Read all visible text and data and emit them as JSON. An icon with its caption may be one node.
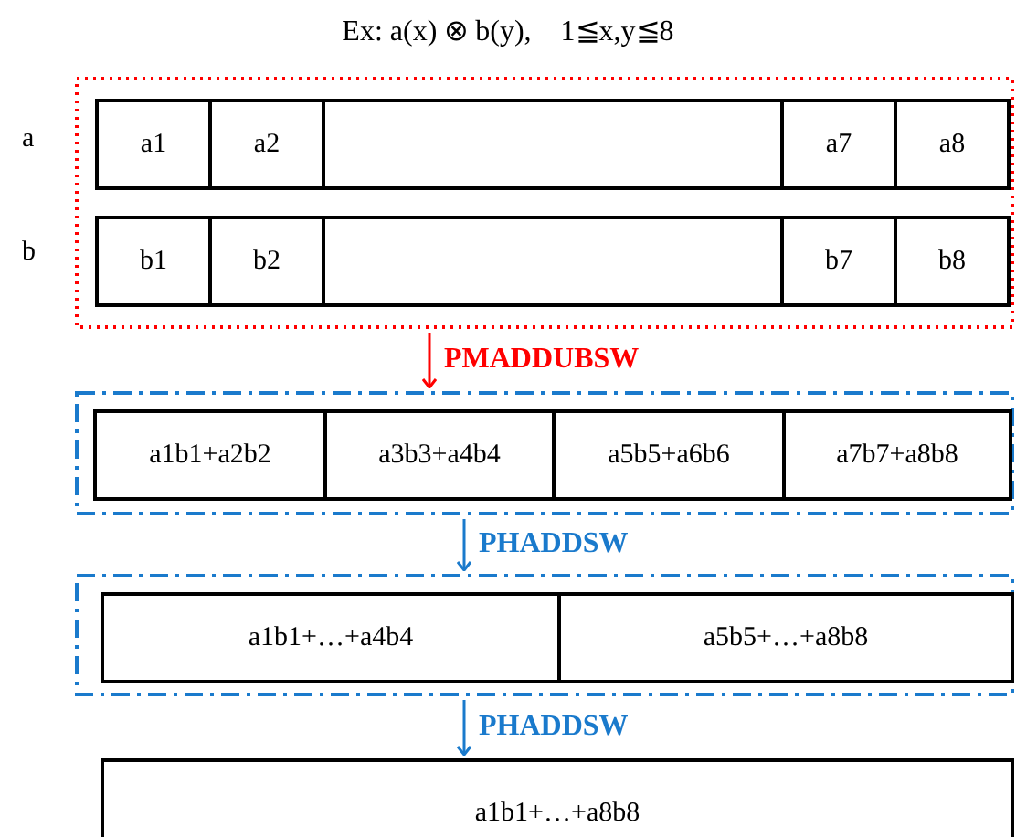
{
  "diagram": {
    "title": "Ex: a(x) ⊗ b(y),    1≦x,y≦8",
    "nodes": [
      {
        "text": [],
        "shape": "box"
      },
      {
        "text": [
          "a1"
        ],
        "in": 0
      },
      {
        "text": [
          "a2"
        ],
        "in": 0
      },
      {
        "text": [],
        "shape": "box",
        "in": 0
      },
      {
        "text": [
          "a7"
        ],
        "in": 0
      },
      {
        "text": [
          "a8"
        ],
        "in": 0
      },
      {
        "text": [
          "b1"
        ],
        "in": 0
      },
      {
        "text": [
          "b2"
        ],
        "in": 0
      },
      {
        "text": [],
        "shape": "box",
        "in": 0
      },
      {
        "text": [
          "b7"
        ],
        "in": 0
      },
      {
        "text": [
          "b8"
        ],
        "in": 0
      },
      {
        "text": [],
        "shape": "box"
      },
      {
        "text": [
          "a1b1+a2b2"
        ],
        "in": 11
      },
      {
        "text": [
          "a3b3+a4b4"
        ],
        "in": 11
      },
      {
        "text": [
          "a5b5+a6b6"
        ],
        "in": 11
      },
      {
        "text": [
          "a7b7+a8b8"
        ],
        "in": 11
      },
      {
        "text": [],
        "shape": "box"
      },
      {
        "text": [
          "a1b1+…+a4b4"
        ],
        "in": 16
      },
      {
        "text": [
          "a5b5+…+a8b8"
        ],
        "in": 16
      },
      {
        "text": [
          "a1b1+…+a8b8"
        ]
      }
    ],
    "edges": [
      {
        "from": 0,
        "to": 11,
        "arrow": "to",
        "label": "PMADDUBSW",
        "color": "#ff0000"
      },
      {
        "from": 11,
        "to": 16,
        "arrow": "to",
        "label": "PHADDSW",
        "color": "#1a7acc"
      },
      {
        "from": 16,
        "to": 19,
        "arrow": "to",
        "label": "PHADDSW",
        "color": "#1a7acc"
      }
    ],
    "labels": [
      "a",
      "b"
    ]
  }
}
